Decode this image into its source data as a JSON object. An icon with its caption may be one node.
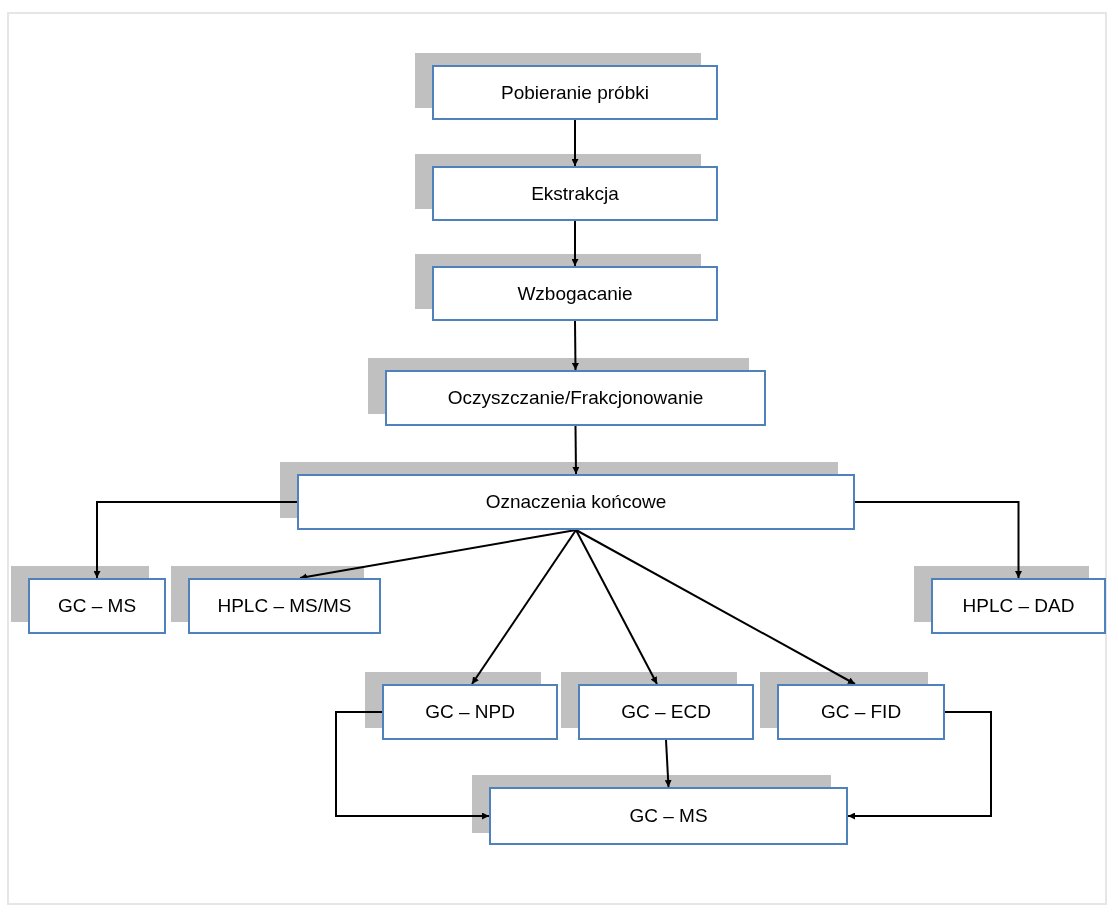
{
  "diagram": {
    "nodes": [
      {
        "text": [
          "Pobieranie próbki"
        ]
      },
      {
        "text": [
          "Ekstrakcja"
        ]
      },
      {
        "text": [
          "Wzbogacanie"
        ]
      },
      {
        "text": [
          "Oczyszczanie/Frakcjonowanie"
        ]
      },
      {
        "text": [
          "Oznaczenia końcowe"
        ]
      },
      {
        "text": [
          "GC – MS"
        ]
      },
      {
        "text": [
          "HPLC – MS/MS"
        ]
      },
      {
        "text": [
          "HPLC – DAD"
        ]
      },
      {
        "text": [
          "GC – NPD"
        ]
      },
      {
        "text": [
          "GC – ECD"
        ]
      },
      {
        "text": [
          "GC – FID"
        ]
      },
      {
        "text": [
          "GC – MS"
        ]
      }
    ],
    "edges": [
      {
        "from": 0,
        "to": 1,
        "arrow": "to"
      },
      {
        "from": 1,
        "to": 2,
        "arrow": "to"
      },
      {
        "from": 2,
        "to": 3,
        "arrow": "to"
      },
      {
        "from": 3,
        "to": 4,
        "arrow": "to"
      },
      {
        "from": 4,
        "to": 5,
        "arrow": "to"
      },
      {
        "from": 4,
        "to": 6,
        "arrow": "to"
      },
      {
        "from": 4,
        "to": 7,
        "arrow": "to"
      },
      {
        "from": 4,
        "to": 8,
        "arrow": "to"
      },
      {
        "from": 4,
        "to": 9,
        "arrow": "to"
      },
      {
        "from": 4,
        "to": 10,
        "arrow": "to"
      },
      {
        "from": 8,
        "to": 11,
        "arrow": "to"
      },
      {
        "from": 9,
        "to": 11,
        "arrow": "to"
      },
      {
        "from": 10,
        "to": 11,
        "arrow": "to"
      }
    ]
  }
}
